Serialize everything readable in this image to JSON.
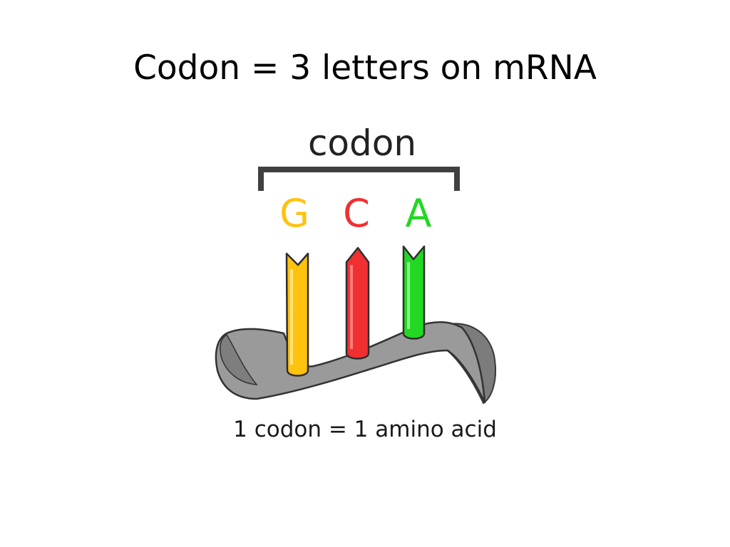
{
  "slide": {
    "title": "Codon = 3 letters on mRNA"
  },
  "diagram": {
    "codon_label": "codon",
    "bases": [
      {
        "letter": "G",
        "color": "#ffc20e"
      },
      {
        "letter": "C",
        "color": "#f03030"
      },
      {
        "letter": "A",
        "color": "#22d822"
      }
    ],
    "strand_color": "#9a9a9a",
    "bracket_color": "#404040",
    "caption": "1 codon = 1 amino acid"
  }
}
